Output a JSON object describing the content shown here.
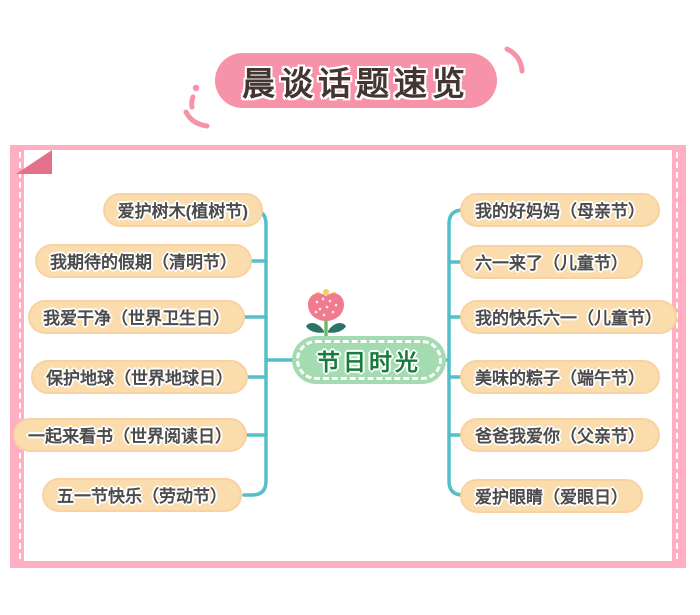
{
  "title": {
    "text": "晨谈话题速览"
  },
  "mindmap": {
    "center": {
      "label": "节日时光",
      "icon": "tulip-flower-icon"
    },
    "left": [
      {
        "label": "爱护树木(植树节)"
      },
      {
        "label": "我期待的假期（清明节）"
      },
      {
        "label": "我爱干净（世界卫生日）"
      },
      {
        "label": "保护地球（世界地球日）"
      },
      {
        "label": "一起来看书（世界阅读日）"
      },
      {
        "label": "五一节快乐（劳动节）"
      }
    ],
    "right": [
      {
        "label": "我的好妈妈（母亲节）"
      },
      {
        "label": "六一来了（儿童节）"
      },
      {
        "label": "我的快乐六一（儿童节）"
      },
      {
        "label": "美味的粽子（端午节）"
      },
      {
        "label": "爸爸我爱你（父亲节）"
      },
      {
        "label": "爱护眼睛（爱眼日）"
      }
    ]
  },
  "colors": {
    "title_pill": "#F793A9",
    "frame_pink": "#FFAFC1",
    "corner_fold": "#E5708A",
    "node_fill": "#FADCAD",
    "connector_teal": "#55BFC7",
    "center_fill": "#A4DBB0",
    "center_text": "#177B3E",
    "flower_petal": "#F07A90",
    "flower_leaf": "#2E7466"
  }
}
